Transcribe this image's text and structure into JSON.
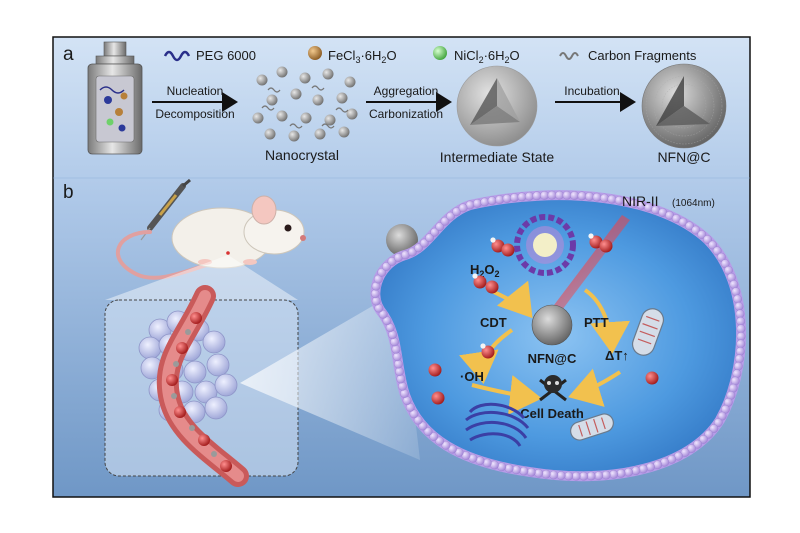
{
  "panel_a": {
    "letter": "a",
    "legend": {
      "peg": "PEG 6000",
      "fecl3": {
        "formula": "FeCl",
        "sub": "3",
        "rest": "·6H",
        "sub2": "2",
        "end": "O"
      },
      "nicl2": {
        "formula": "NiCl",
        "sub": "2",
        "rest": "·6H",
        "sub2": "2",
        "end": "O"
      },
      "carbon": "Carbon Fragments"
    },
    "arrow1_top": "Nucleation",
    "arrow1_bottom": "Decomposition",
    "arrow2_top": "Aggregation",
    "arrow2_bottom": "Carbonization",
    "arrow3_top": "Incubation",
    "stage1": "Nanocrystal",
    "stage2": "Intermediate State",
    "stage3": "NFN@C"
  },
  "panel_b": {
    "letter": "b",
    "nir_label": "NIR-II",
    "nir_wavelength": "(1064nm)",
    "h2o2": {
      "h": "H",
      "sub": "2",
      "o": "O",
      "sub2": "2"
    },
    "cdt": "CDT",
    "ptt": "PTT",
    "center": "NFN@C",
    "oh": "·OH",
    "delta_t": "ΔT↑",
    "cell_death": "Cell Death"
  },
  "colors": {
    "background_top": "#c7dbf1",
    "background_bottom": "#6f97c6",
    "cell_membrane": "#b79de8",
    "cytoplasm": "#3f8fdc",
    "blood_vessel": "#c95a5a",
    "fecl3_sphere": "#b7803a",
    "nicl2_sphere": "#6fd16a"
  }
}
